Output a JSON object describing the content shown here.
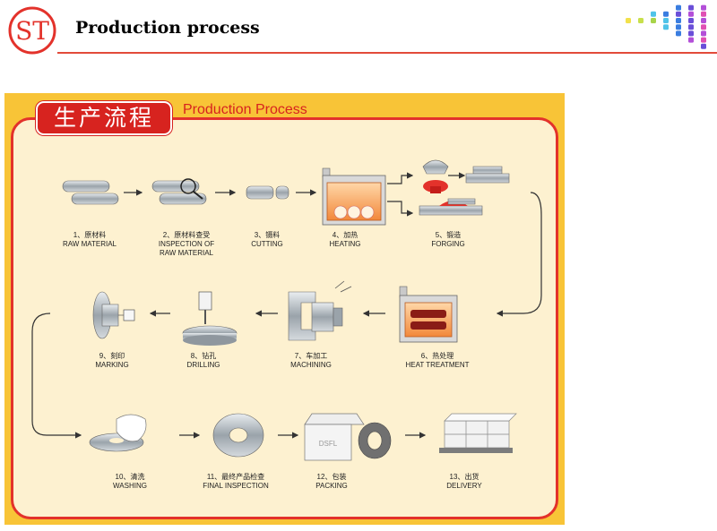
{
  "header": {
    "logo_text": "ST",
    "title": "Production process"
  },
  "diagram": {
    "title_cn": "生产流程",
    "title_en": "Production Process",
    "steps": [
      {
        "num": "1、",
        "cn": "原材料",
        "en": "RAW MATERIAL"
      },
      {
        "num": "2、",
        "cn": "原材料查受",
        "en": "INSPECTION OF",
        "en2": "RAW MATERIAL"
      },
      {
        "num": "3、",
        "cn": "镊料",
        "en": "CUTTING"
      },
      {
        "num": "4、",
        "cn": "加热",
        "en": "HEATING"
      },
      {
        "num": "5、",
        "cn": "锻造",
        "en": "FORGING"
      },
      {
        "num": "6、",
        "cn": "热处理",
        "en": "HEAT TREATMENT"
      },
      {
        "num": "7、",
        "cn": "车加工",
        "en": "MACHINING"
      },
      {
        "num": "8、",
        "cn": "钻孔",
        "en": "DRILLING"
      },
      {
        "num": "9、",
        "cn": "刻印",
        "en": "MARKING"
      },
      {
        "num": "10、",
        "cn": "清洗",
        "en": "WASHING"
      },
      {
        "num": "11、",
        "cn": "最终产品检查",
        "en": "FINAL INSPECTION"
      },
      {
        "num": "12、",
        "cn": "包装",
        "en": "PACKING"
      },
      {
        "num": "13、",
        "cn": "出货",
        "en": "DELIVERY"
      }
    ],
    "box_label": "DSFL"
  },
  "colors": {
    "accent": "#d7231f",
    "panel": "#f8c437",
    "inner": "#fdf1d0"
  }
}
